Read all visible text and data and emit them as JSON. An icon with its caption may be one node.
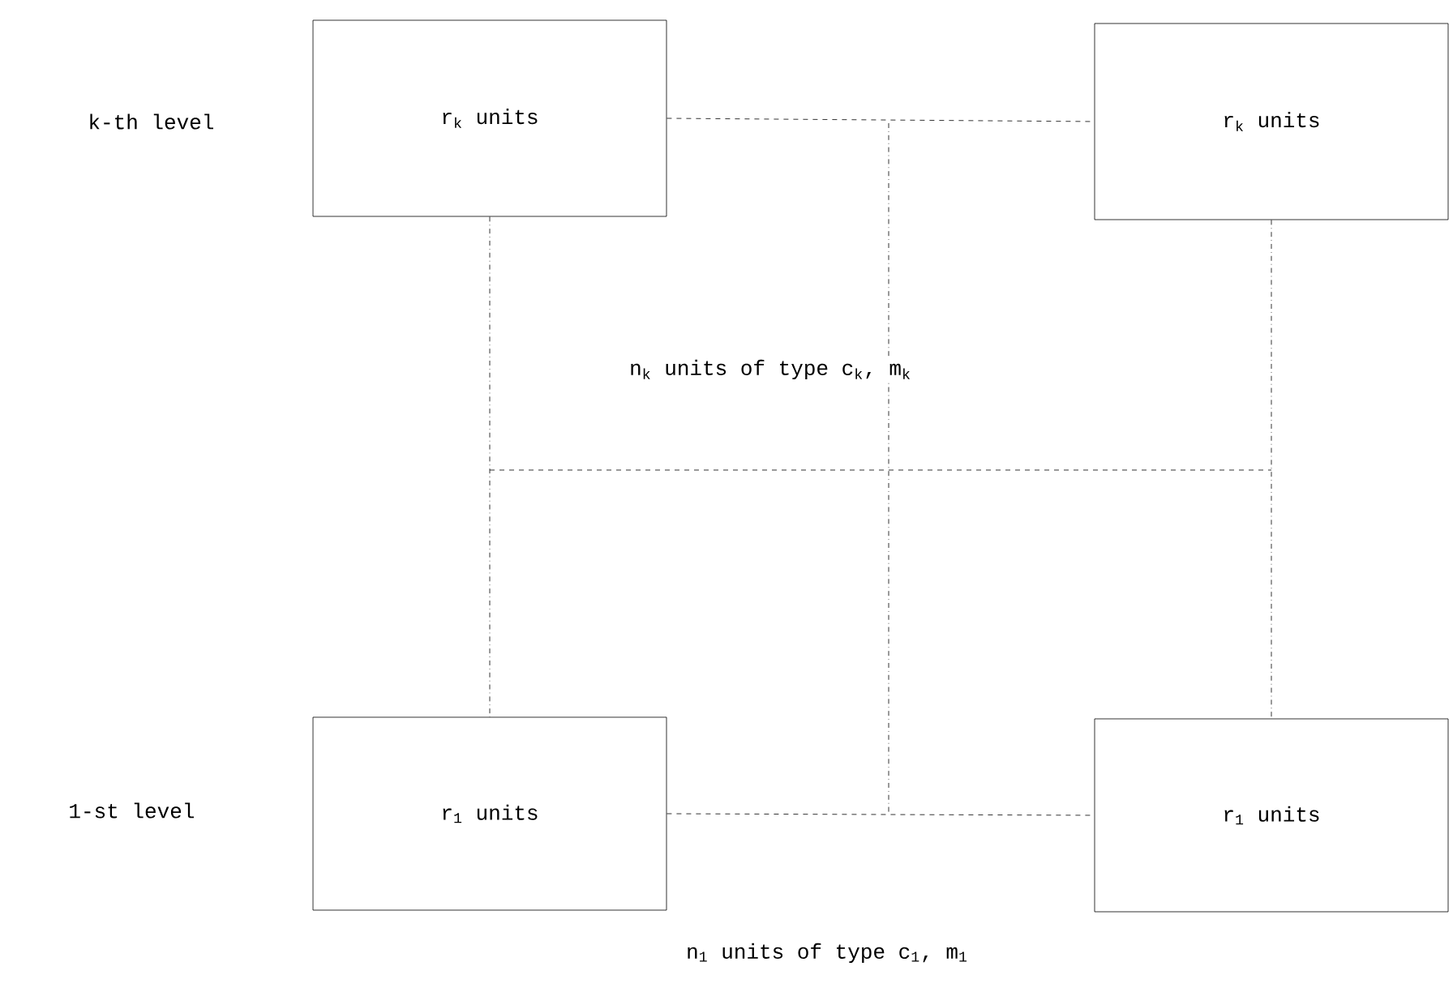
{
  "diagram": {
    "nodes": [
      {
        "text": [
          "r$_{k}$ units"
        ]
      },
      {
        "text": [
          "r$_{k}$ units"
        ]
      },
      {
        "text": [
          "r$_{1}$ units"
        ]
      },
      {
        "text": [
          "r$_{1}$ units"
        ]
      }
    ],
    "edges": [
      {
        "from": 0,
        "to": 1,
        "arrow": "none",
        "style": "dashed"
      },
      {
        "from": 0,
        "to": 2,
        "arrow": "none"
      },
      {
        "from": 1,
        "to": 3,
        "arrow": "none"
      },
      {
        "from": 2,
        "to": 3,
        "arrow": "none",
        "style": "dashed"
      }
    ],
    "labels": [
      "k-th level",
      "1-st level",
      "n$_{k}$ units of type c$_{k}$, m$_{k}$",
      "n$_{1}$ units of type c$_{1}$, m$_{1}$"
    ]
  }
}
